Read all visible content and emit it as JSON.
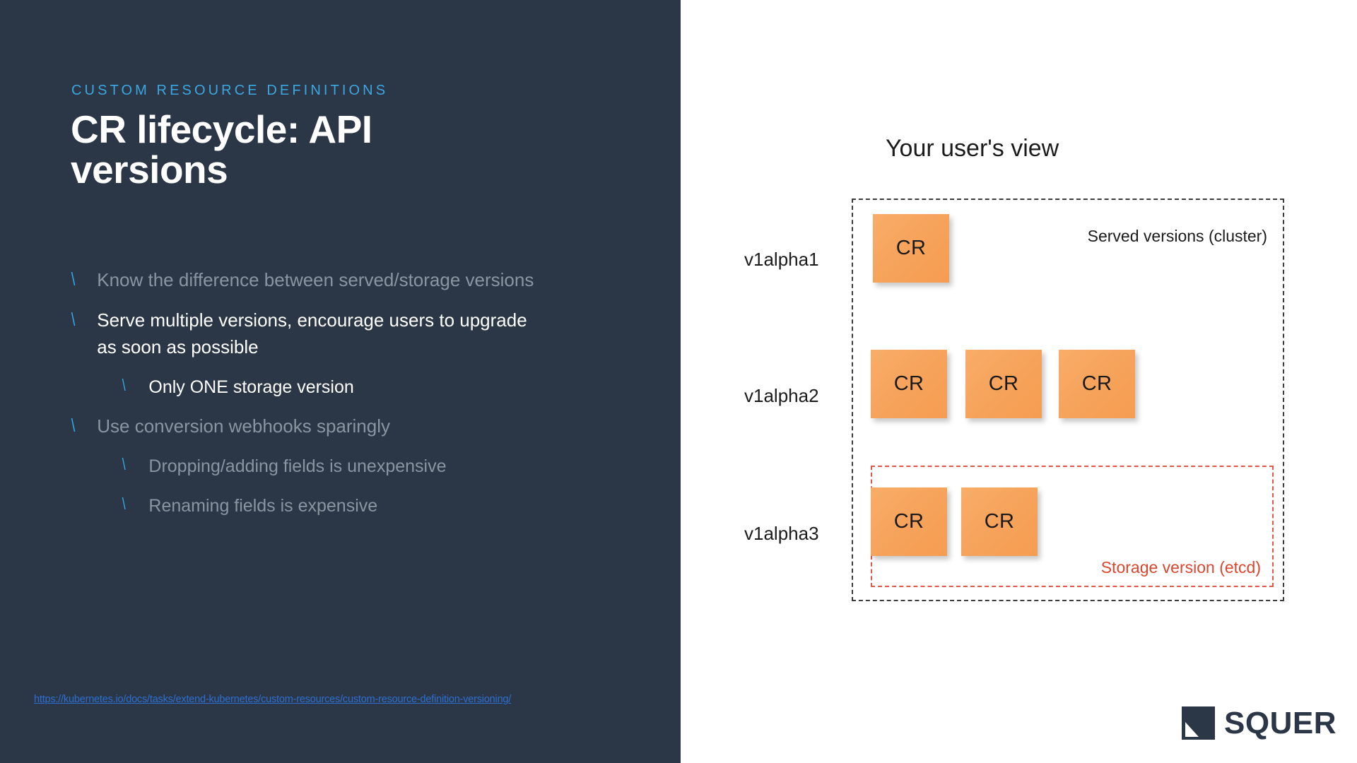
{
  "slide": {
    "eyebrow": "CUSTOM RESOURCE DEFINITIONS",
    "title": "CR lifecycle: API versions",
    "footer_link": "https://kubernetes.io/docs/tasks/extend-kubernetes/custom-resources/custom-resource-definition-versioning/"
  },
  "bullets": [
    {
      "level": 1,
      "marker": "\\",
      "text": "Know the difference between served/storage versions",
      "state": "dimmed"
    },
    {
      "level": 1,
      "marker": "\\",
      "text": "Serve multiple versions, encourage users to upgrade as soon as possible",
      "state": "active"
    },
    {
      "level": 2,
      "marker": "\\",
      "text": "Only ONE storage version",
      "state": "active"
    },
    {
      "level": 1,
      "marker": "\\",
      "text": "Use conversion webhooks sparingly",
      "state": "dimmed"
    },
    {
      "level": 2,
      "marker": "\\",
      "text": "Dropping/adding fields is unexpensive",
      "state": "dimmed"
    },
    {
      "level": 2,
      "marker": "\\",
      "text": "Renaming fields is expensive",
      "state": "dimmed"
    }
  ],
  "diagram": {
    "title": "Your user's view",
    "served_box_label": "Served versions (cluster)",
    "storage_box_label": "Storage version (etcd)",
    "card_label": "CR",
    "rows": [
      {
        "version": "v1alpha1",
        "cards": 1
      },
      {
        "version": "v1alpha2",
        "cards": 3
      },
      {
        "version": "v1alpha3",
        "cards": 2
      }
    ]
  },
  "branding": {
    "wordmark": "SQUER"
  },
  "colors": {
    "panel_background": "#2b3747",
    "eyebrow_blue": "#3ba7e0",
    "bullet_blue": "#35a8e8",
    "dimmed_text": "#8b95a1",
    "active_text": "#ffffff",
    "card_orange": "#f6a25a",
    "storage_red": "#d9472f",
    "link_blue": "#2d6fd0"
  }
}
